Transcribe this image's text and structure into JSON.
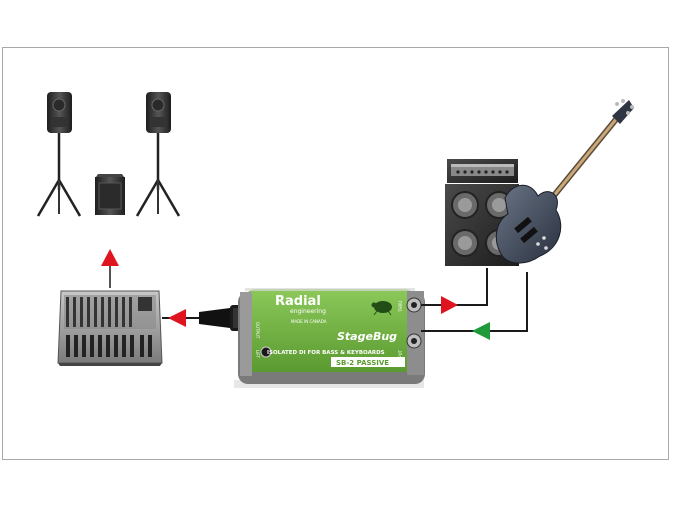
{
  "device": {
    "brand": "Radial",
    "brand_sub": "engineering",
    "made_in": "MADE IN CANADA",
    "model_name": "StageBug",
    "tagline": "ISOLATED DI FOR BASS & KEYBOARDS",
    "model_code": "SB-2 PASSIVE",
    "left_jack_label": "OUTPUT",
    "lift_label": "LIFT",
    "thru_label": "THRU",
    "input_label": "INPUT"
  },
  "colors": {
    "device_green": "#6cae3c",
    "arrow_red": "#e0141e",
    "arrow_green": "#1f9a3a",
    "cable": "#1a1a1a"
  },
  "icons": [
    "pa-speaker-icon",
    "subwoofer-icon",
    "mixer-icon",
    "xlr-connector-icon",
    "bass-amp-icon",
    "bass-guitar-icon",
    "bug-logo-icon"
  ]
}
